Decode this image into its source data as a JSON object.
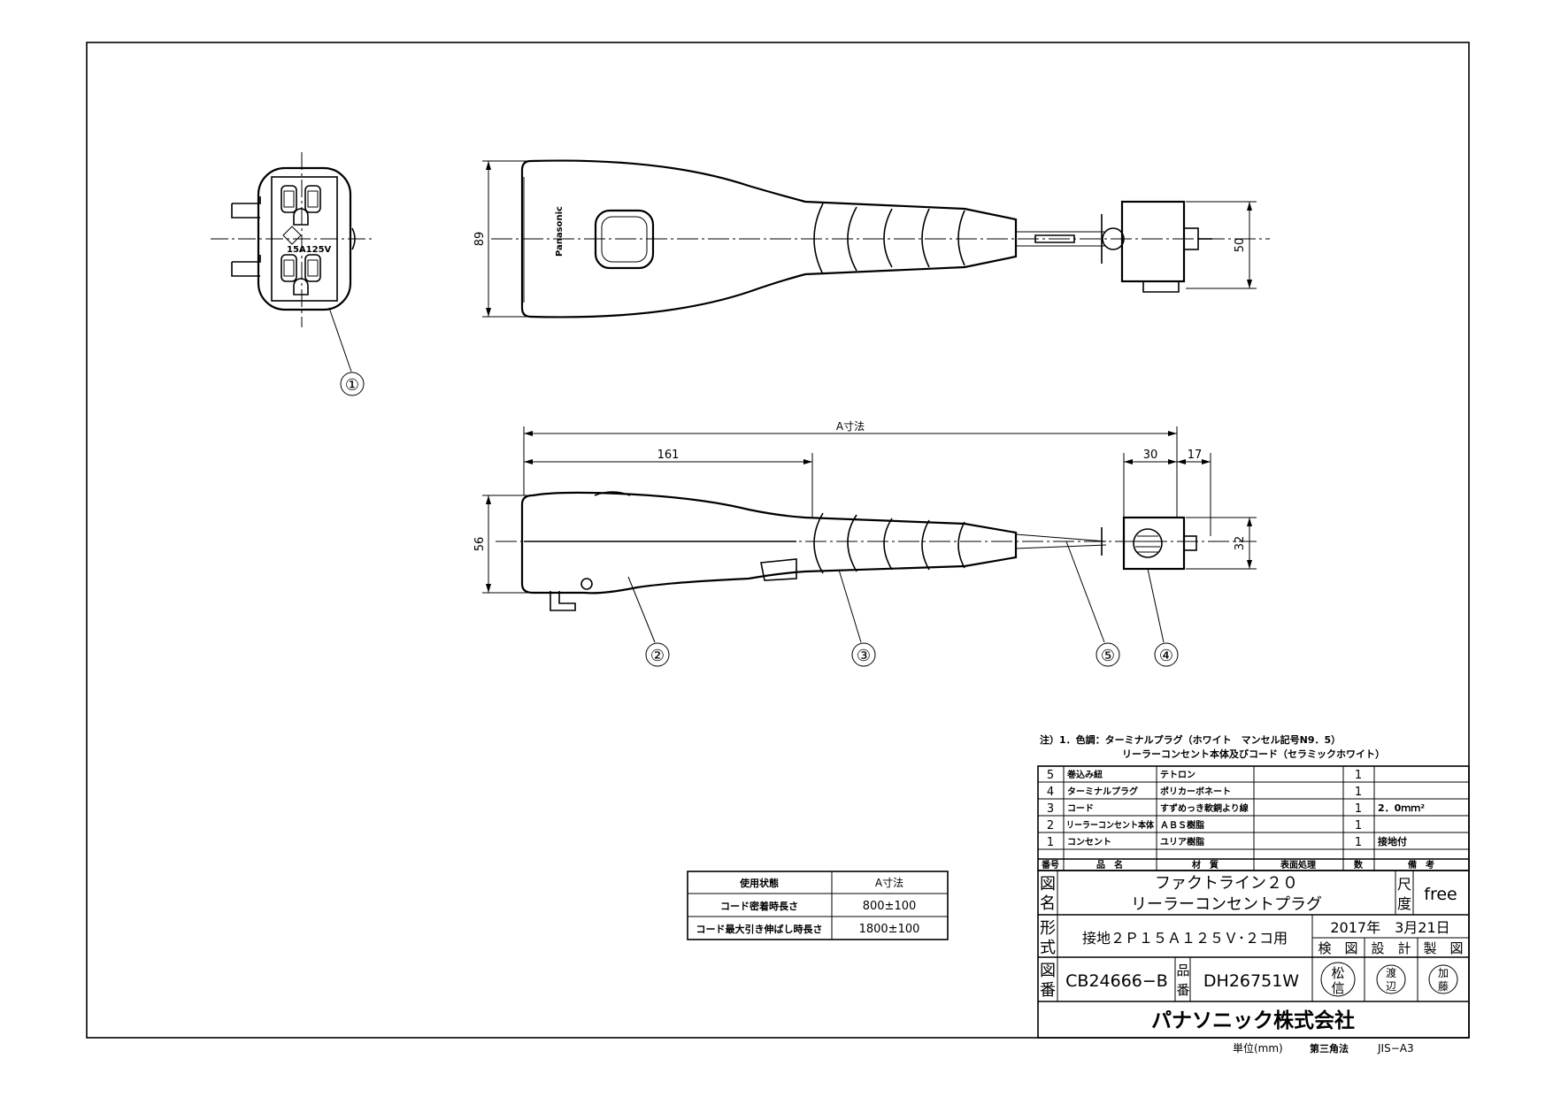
{
  "views": {
    "front_logo": "Panasonic",
    "socket_rating": "15A125V",
    "dim_labels": {
      "height_top": "89",
      "width_right": "50",
      "height_side": "56",
      "right_side": "32",
      "length_total": "A寸法",
      "length_body": "161",
      "plug_width": "30",
      "plug_tip": "17"
    },
    "callouts": [
      "①",
      "②",
      "③",
      "⑤",
      "④"
    ]
  },
  "notes": {
    "line1": "注）1．色調：ターミナルプラグ（ホワイト　マンセル記号N9．5）",
    "line2": "リーラーコンセント本体及びコード（セラミックホワイト）"
  },
  "parts": {
    "header": [
      "番号",
      "品　名",
      "材　質",
      "表面処理",
      "数",
      "備　考"
    ],
    "rows": [
      {
        "no": "5",
        "name": "巻込み紐",
        "material": "テトロン",
        "finish": "",
        "qty": "1",
        "remark": ""
      },
      {
        "no": "4",
        "name": "ターミナルプラグ",
        "material": "ポリカーボネート",
        "finish": "",
        "qty": "1",
        "remark": ""
      },
      {
        "no": "3",
        "name": "コード",
        "material": "すずめっき軟銅より線",
        "finish": "",
        "qty": "1",
        "remark": "2．0ｍｍ²"
      },
      {
        "no": "2",
        "name": "リーラーコンセント本体",
        "material": "ＡＢＳ樹脂",
        "finish": "",
        "qty": "1",
        "remark": ""
      },
      {
        "no": "1",
        "name": "コンセント",
        "material": "ユリア樹脂",
        "finish": "",
        "qty": "1",
        "remark": "接地付"
      }
    ]
  },
  "usage_table": {
    "header": [
      "使用状態",
      "A寸法"
    ],
    "rows": [
      {
        "state": "コード密着時長さ",
        "dim": "800±100"
      },
      {
        "state": "コード最大引き伸ばし時長さ",
        "dim": "1800±100"
      }
    ]
  },
  "title_block": {
    "zumei_label": "図\n名",
    "name_line1": "ファクトライン２０",
    "name_line2": "リーラーコンセントプラグ",
    "scale_label": "尺\n度",
    "scale_value": "free",
    "katashiki_label": "形\n式",
    "katashiki_value": "接地２Ｐ１５Ａ１２５Ｖ･２コ用",
    "date": "2017年　3月21日",
    "roles": [
      "検　図",
      "設　計",
      "製　図"
    ],
    "zuban_label": "図\n番",
    "zuban_value": "CB24666−B",
    "hinban_label": "品\n番",
    "hinban_value": "DH26751W",
    "stamps": [
      "松\n信",
      "渡\n辺",
      "加\n藤"
    ],
    "company": "パナソニック株式会社"
  },
  "footer": {
    "unit": "単位(mm)",
    "projection": "第三角法",
    "paper": "JIS−A3"
  }
}
